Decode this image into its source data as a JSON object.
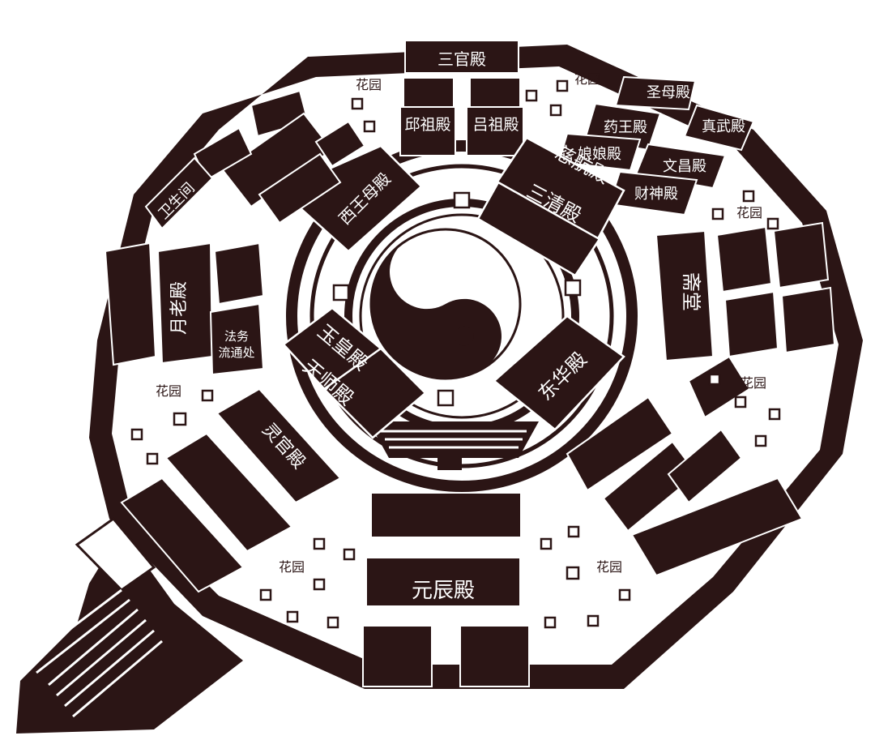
{
  "map": {
    "halls": {
      "sanguan": "三官殿",
      "qiuzu": "邱祖殿",
      "lvzu": "吕祖殿",
      "shengmu": "圣母殿",
      "yaowang": "药王殿",
      "zhenwu": "真武殿",
      "niangniang": "娘娘殿",
      "cihang": "慈航殿",
      "sanqing": "三清殿",
      "wenchang": "文昌殿",
      "caishen": "财神殿",
      "xiwangmu": "西王母殿",
      "weishengjian": "卫生间",
      "yuelao": "月老殿",
      "fawu": "法务",
      "liutongchu": "流通处",
      "zhaitang": "斋堂",
      "yuhuang": "玉皇殿",
      "tianshi": "天师殿",
      "donghua": "东华殿",
      "lingguan": "灵官殿",
      "yuanchen": "元辰殿"
    },
    "garden_label": "花园"
  }
}
